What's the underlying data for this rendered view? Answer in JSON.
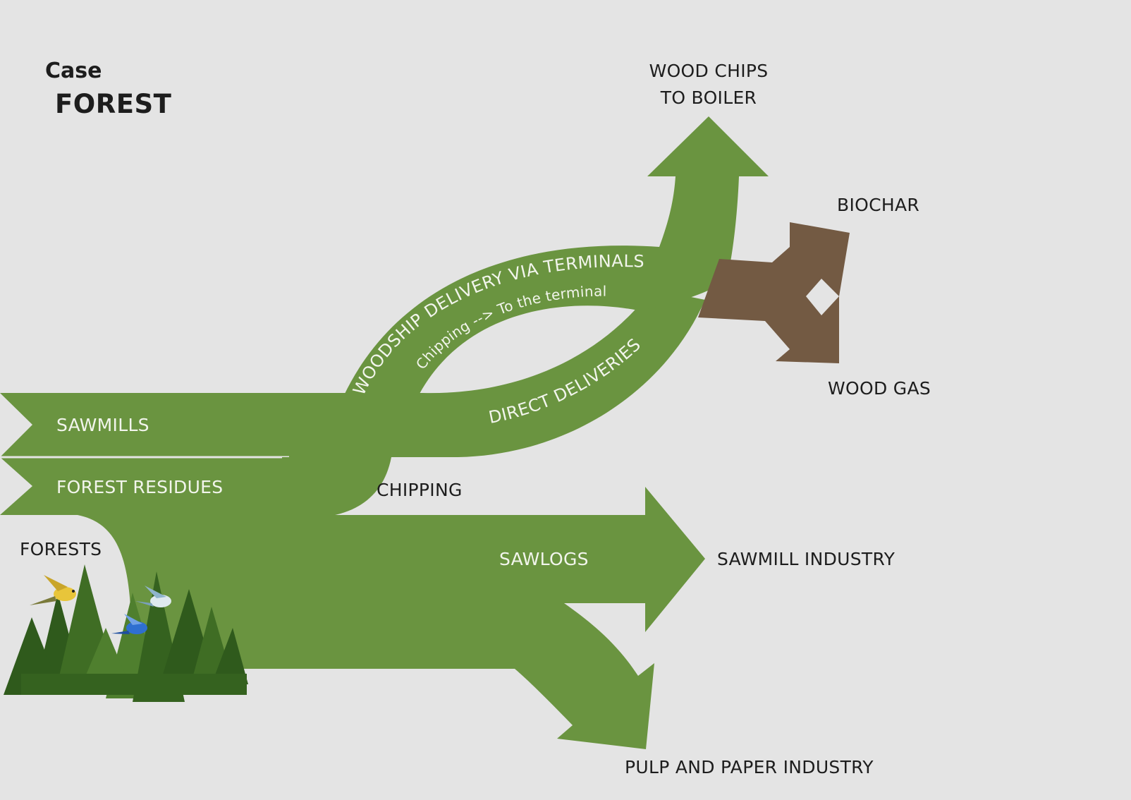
{
  "header": {
    "case": "Case",
    "title": "FOREST"
  },
  "sources": {
    "sawmills": "SAWMILLS",
    "forest_residues": "FOREST RESIDUES",
    "forests": "FORESTS"
  },
  "flows": {
    "woodship": "WOODSHIP DELIVERY VIA TERMINALS",
    "woodship_sub": "Chipping --> To the terminal",
    "direct": "DIRECT DELIVERIES",
    "chipping": "CHIPPING",
    "sawlogs": "SAWLOGS"
  },
  "outputs": {
    "wood_chips_line1": "WOOD CHIPS",
    "wood_chips_line2": "TO BOILER",
    "biochar": "BIOCHAR",
    "wood_gas": "WOOD GAS",
    "sawmill_industry": "SAWMILL INDUSTRY",
    "pulp_paper": "PULP AND PAPER INDUSTRY"
  },
  "colors": {
    "background": "#e4e4e4",
    "flow_green": "#6a9440",
    "biochar_brown": "#735a43",
    "tree_dark": "#2f5a1c",
    "tree_light": "#4f7f2e"
  },
  "icons": [
    "tree-cluster-icon",
    "yellow-bird-icon",
    "white-bird-icon",
    "blue-bird-icon"
  ]
}
